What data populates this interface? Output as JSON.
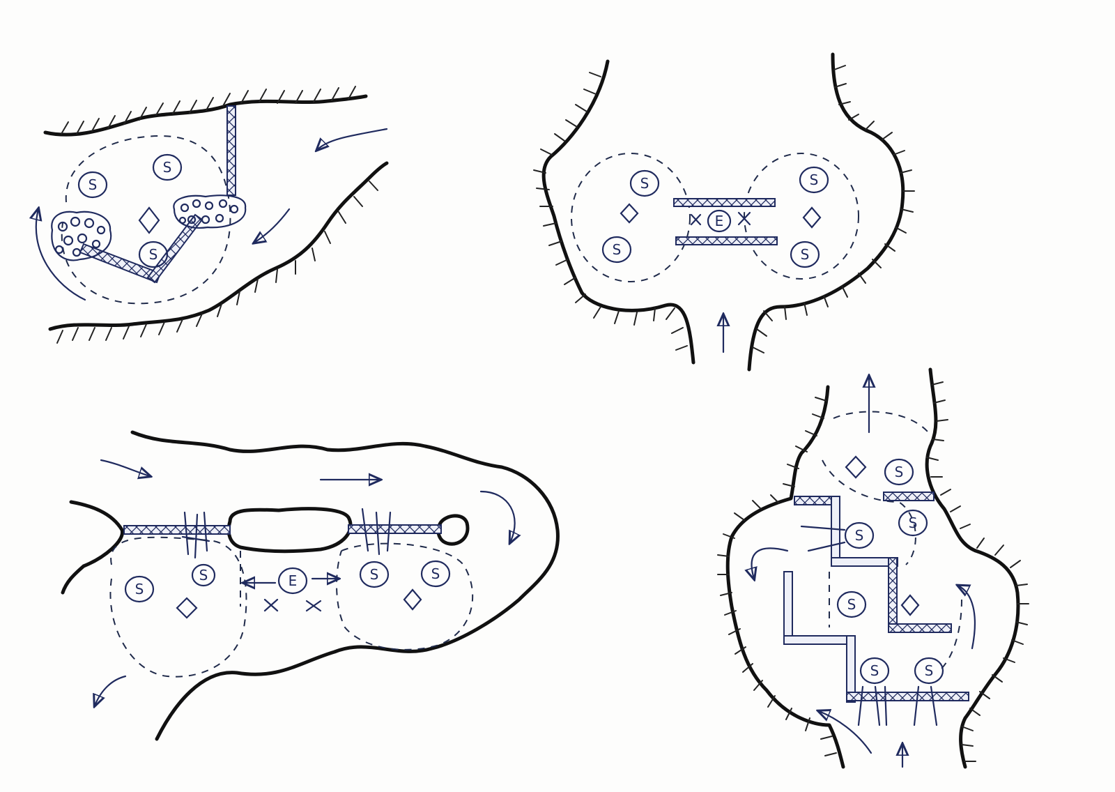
{
  "labels": {
    "spawn": "S",
    "elite": "E"
  },
  "colors": {
    "ink": "#1f2a5e",
    "wall": "#111111",
    "paper": "#fdfdfc"
  },
  "encounters": [
    {
      "name": "encounter-top-left",
      "spawns": 3,
      "elites": 0,
      "objectives": 1
    },
    {
      "name": "encounter-top-right",
      "spawns": 4,
      "elites": 1,
      "objectives": 2
    },
    {
      "name": "encounter-bottom-left",
      "spawns": 4,
      "elites": 1,
      "objectives": 2
    },
    {
      "name": "encounter-bottom-right",
      "spawns": 6,
      "elites": 0,
      "objectives": 2
    }
  ],
  "icons": [
    "spawn-marker-icon",
    "elite-marker-icon",
    "objective-diamond-icon",
    "direction-arrow-icon",
    "cross-mark-icon"
  ]
}
